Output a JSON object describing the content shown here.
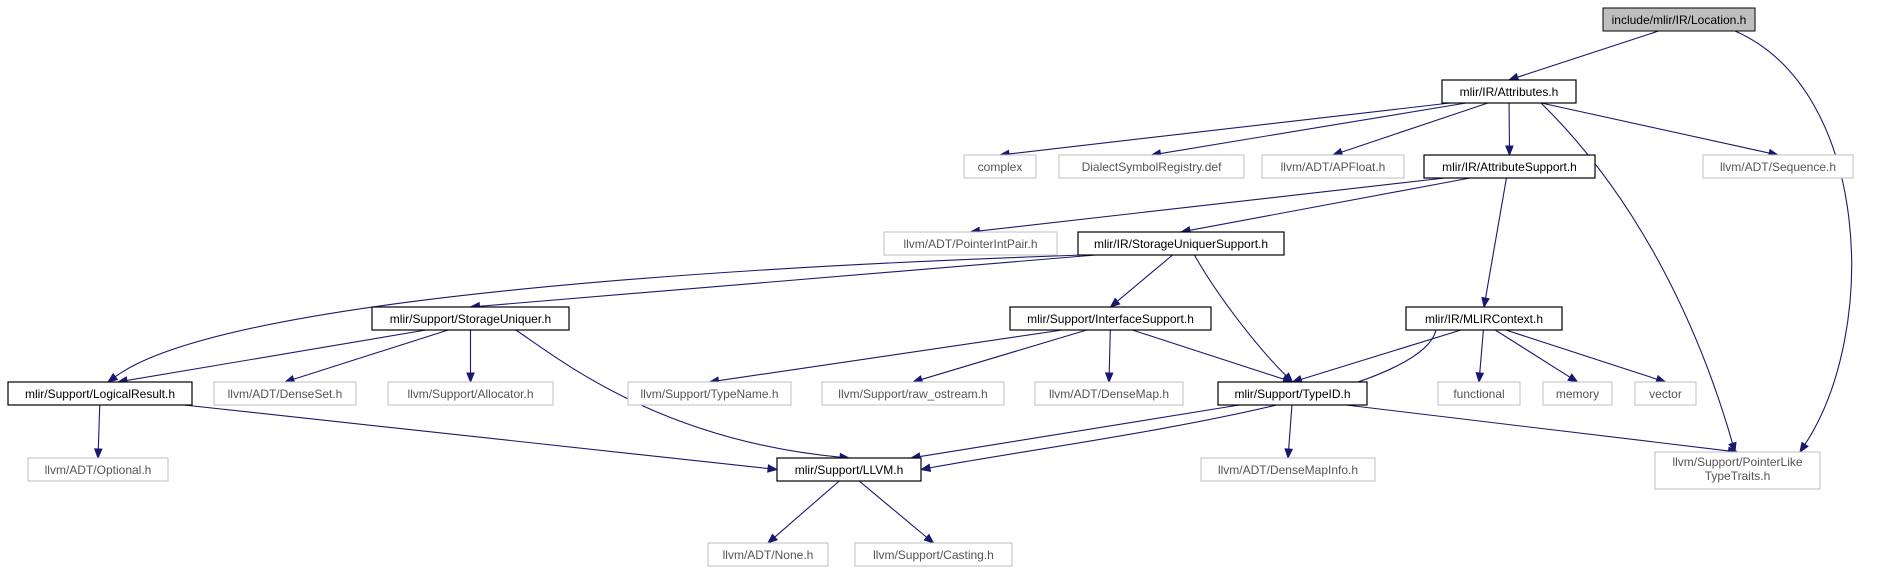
{
  "colors": {
    "edge": "#191970",
    "root_fill": "#bfbfbf",
    "documented_border": "#000000",
    "external_border": "#bfbfbf",
    "external_text": "#555555"
  },
  "nodes": [
    {
      "id": "location",
      "label": "include/mlir/IR/Location.h",
      "kind": "root"
    },
    {
      "id": "attributes",
      "label": "mlir/IR/Attributes.h",
      "kind": "documented"
    },
    {
      "id": "complex",
      "label": "complex",
      "kind": "external"
    },
    {
      "id": "dialectsym",
      "label": "DialectSymbolRegistry.def",
      "kind": "external"
    },
    {
      "id": "apfloat",
      "label": "llvm/ADT/APFloat.h",
      "kind": "external"
    },
    {
      "id": "attrsupport",
      "label": "mlir/IR/AttributeSupport.h",
      "kind": "documented"
    },
    {
      "id": "sequence",
      "label": "llvm/ADT/Sequence.h",
      "kind": "external"
    },
    {
      "id": "pointerintpair",
      "label": "llvm/ADT/PointerIntPair.h",
      "kind": "external"
    },
    {
      "id": "storageuniquersupport",
      "label": "mlir/IR/StorageUniquerSupport.h",
      "kind": "documented"
    },
    {
      "id": "storageuniquer",
      "label": "mlir/Support/StorageUniquer.h",
      "kind": "documented"
    },
    {
      "id": "interfacesupport",
      "label": "mlir/Support/InterfaceSupport.h",
      "kind": "documented"
    },
    {
      "id": "mlircontext",
      "label": "mlir/IR/MLIRContext.h",
      "kind": "documented"
    },
    {
      "id": "logicalresult",
      "label": "mlir/Support/LogicalResult.h",
      "kind": "documented"
    },
    {
      "id": "denseset",
      "label": "llvm/ADT/DenseSet.h",
      "kind": "external"
    },
    {
      "id": "allocator",
      "label": "llvm/Support/Allocator.h",
      "kind": "external"
    },
    {
      "id": "typename",
      "label": "llvm/Support/TypeName.h",
      "kind": "external"
    },
    {
      "id": "rawostream",
      "label": "llvm/Support/raw_ostream.h",
      "kind": "external"
    },
    {
      "id": "densemap",
      "label": "llvm/ADT/DenseMap.h",
      "kind": "external"
    },
    {
      "id": "typeid",
      "label": "mlir/Support/TypeID.h",
      "kind": "documented"
    },
    {
      "id": "functional",
      "label": "functional",
      "kind": "external"
    },
    {
      "id": "memory",
      "label": "memory",
      "kind": "external"
    },
    {
      "id": "vector",
      "label": "vector",
      "kind": "external"
    },
    {
      "id": "optional",
      "label": "llvm/ADT/Optional.h",
      "kind": "external"
    },
    {
      "id": "llvm",
      "label": "mlir/Support/LLVM.h",
      "kind": "documented"
    },
    {
      "id": "densemapinfo",
      "label": "llvm/ADT/DenseMapInfo.h",
      "kind": "external"
    },
    {
      "id": "pointerlike",
      "label": "llvm/Support/PointerLike",
      "label2": "TypeTraits.h",
      "kind": "external"
    },
    {
      "id": "none",
      "label": "llvm/ADT/None.h",
      "kind": "external"
    },
    {
      "id": "casting",
      "label": "llvm/Support/Casting.h",
      "kind": "external"
    }
  ],
  "edges": [
    {
      "from": "location",
      "to": "attributes"
    },
    {
      "from": "location",
      "to": "pointerlike"
    },
    {
      "from": "attributes",
      "to": "complex"
    },
    {
      "from": "attributes",
      "to": "dialectsym"
    },
    {
      "from": "attributes",
      "to": "apfloat"
    },
    {
      "from": "attributes",
      "to": "attrsupport"
    },
    {
      "from": "attributes",
      "to": "sequence"
    },
    {
      "from": "attributes",
      "to": "pointerlike"
    },
    {
      "from": "attrsupport",
      "to": "pointerintpair"
    },
    {
      "from": "attrsupport",
      "to": "storageuniquersupport"
    },
    {
      "from": "attrsupport",
      "to": "mlircontext"
    },
    {
      "from": "storageuniquersupport",
      "to": "storageuniquer"
    },
    {
      "from": "storageuniquersupport",
      "to": "interfacesupport"
    },
    {
      "from": "storageuniquersupport",
      "to": "typeid"
    },
    {
      "from": "storageuniquersupport",
      "to": "logicalresult"
    },
    {
      "from": "storageuniquer",
      "to": "logicalresult"
    },
    {
      "from": "storageuniquer",
      "to": "denseset"
    },
    {
      "from": "storageuniquer",
      "to": "allocator"
    },
    {
      "from": "storageuniquer",
      "to": "llvm"
    },
    {
      "from": "interfacesupport",
      "to": "typename"
    },
    {
      "from": "interfacesupport",
      "to": "rawostream"
    },
    {
      "from": "interfacesupport",
      "to": "densemap"
    },
    {
      "from": "interfacesupport",
      "to": "typeid"
    },
    {
      "from": "mlircontext",
      "to": "typeid"
    },
    {
      "from": "mlircontext",
      "to": "functional"
    },
    {
      "from": "mlircontext",
      "to": "memory"
    },
    {
      "from": "mlircontext",
      "to": "vector"
    },
    {
      "from": "mlircontext",
      "to": "llvm"
    },
    {
      "from": "logicalresult",
      "to": "optional"
    },
    {
      "from": "logicalresult",
      "to": "llvm"
    },
    {
      "from": "typeid",
      "to": "llvm"
    },
    {
      "from": "typeid",
      "to": "densemapinfo"
    },
    {
      "from": "typeid",
      "to": "pointerlike"
    },
    {
      "from": "llvm",
      "to": "none"
    },
    {
      "from": "llvm",
      "to": "casting"
    }
  ]
}
